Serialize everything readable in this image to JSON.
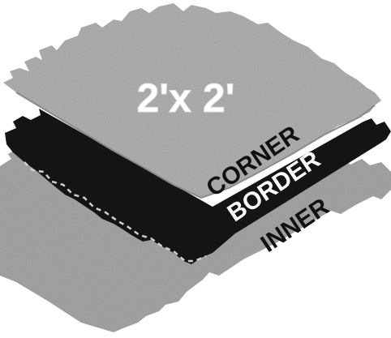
{
  "size_label": "2'x 2'",
  "labels": {
    "corner": "CORNER",
    "border": "BORDER",
    "inner": "INNER"
  },
  "colors": {
    "background": "#ffffff",
    "carpet_light": "#b3b3b3",
    "carpet_mid": "#a2a2a2",
    "carpet_dark": "#8a8a8a",
    "border_band": "#141414",
    "label_dark": "#111111",
    "label_light": "#ffffff"
  }
}
